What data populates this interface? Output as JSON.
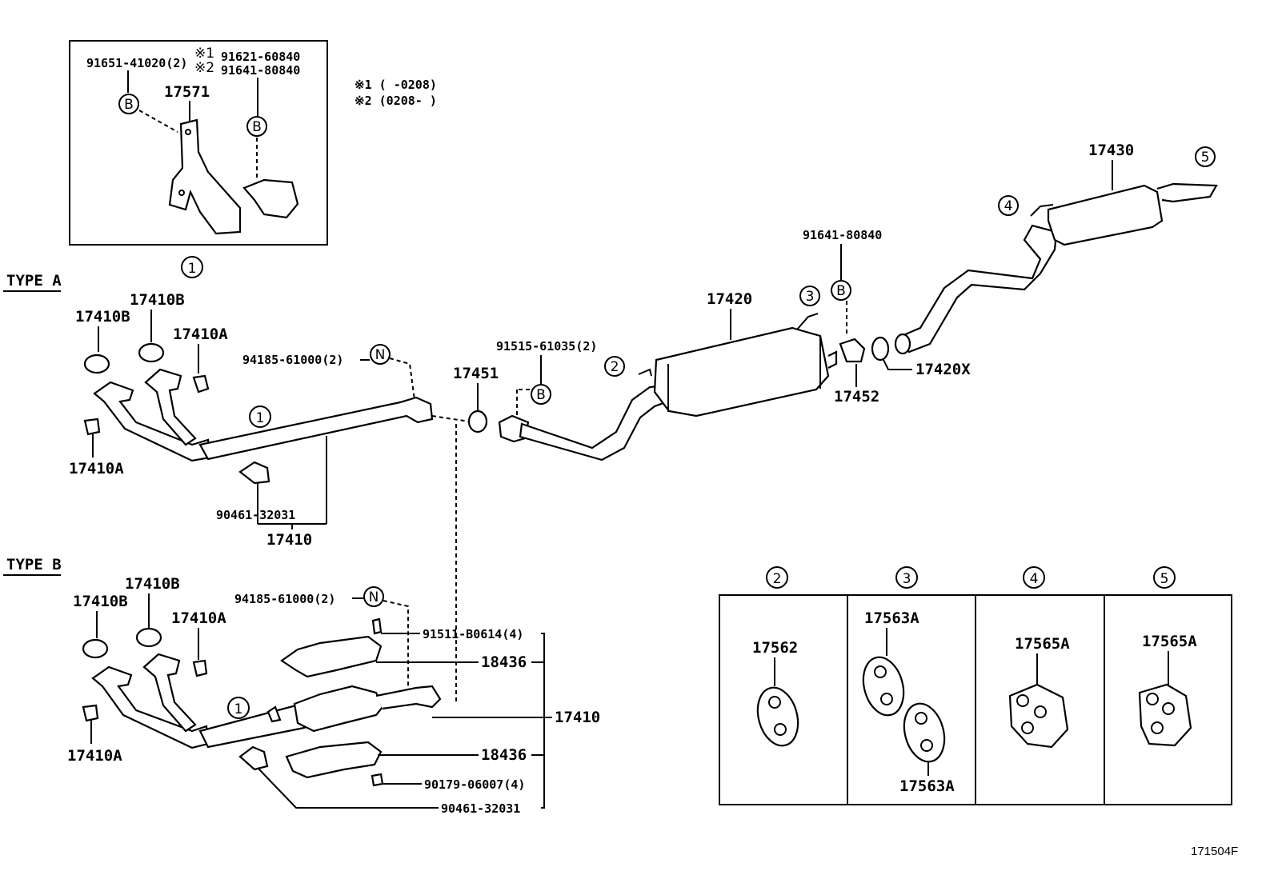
{
  "notes": {
    "n1": "※1 (      -0208)",
    "n2": "※2 (0208-      )",
    "code": "171504F"
  },
  "inset": {
    "bolt_a": "91651-41020(2)",
    "mark1": "※1",
    "mark2": "※2",
    "bolt_b1": "91621-60840",
    "bolt_b2": "91641-80840",
    "bracket": "17571",
    "caption": "1",
    "b1": "B",
    "b2": "B"
  },
  "type_a": {
    "heading": "TYPE A",
    "gasket_b1": "17410B",
    "gasket_b2": "17410B",
    "nut_a1": "17410A",
    "nut_a2": "17410A",
    "nut_n": "94185-61000(2)",
    "n": "N",
    "ref": "1",
    "clamp": "90461-32031",
    "pipe": "17410"
  },
  "type_b": {
    "heading": "TYPE B",
    "gasket_b1": "17410B",
    "gasket_b2": "17410B",
    "nut_a1": "17410A",
    "nut_a2": "17410A",
    "nut_n": "94185-61000(2)",
    "n": "N",
    "bolt": "91511-B0614(4)",
    "shield_top": "18436",
    "pipe": "17410",
    "shield_bottom": "18436",
    "nut": "90179-06007(4)",
    "clamp": "90461-32031",
    "ref": "1"
  },
  "center": {
    "gasket": "17451",
    "bolt": "91515-61035(2)",
    "b": "B",
    "ref2": "2",
    "muffler_front": "17420",
    "ref3": "3",
    "bolt_b": "91641-80840",
    "b2": "B",
    "gasket_rear": "17452",
    "gasket_x": "17420X",
    "tail": "17430",
    "ref4": "4",
    "ref5": "5"
  },
  "hangers": [
    {
      "ref": "2",
      "parts": [
        "17562"
      ]
    },
    {
      "ref": "3",
      "parts": [
        "17563A",
        "17563A"
      ]
    },
    {
      "ref": "4",
      "parts": [
        "17565A"
      ]
    },
    {
      "ref": "5",
      "parts": [
        "17565A"
      ]
    }
  ]
}
